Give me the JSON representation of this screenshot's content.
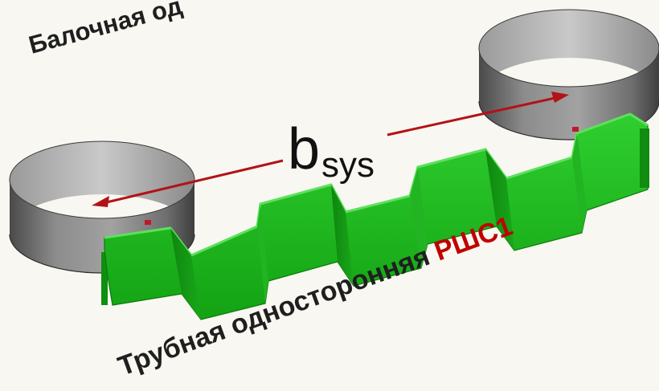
{
  "labels": {
    "top_text": "Балочная од",
    "bottom_prefix": "Трубная односторонняя ",
    "bottom_code": "РШС1",
    "dimension_main": "b",
    "dimension_sub": "sys"
  },
  "colors": {
    "background": "#f8f7f1",
    "sheet_pile": "#1aa51a",
    "pipe": "#8a8a8a",
    "arrow": "#b31217",
    "code_text": "#c00000"
  },
  "icons": [
    "left-pipe-icon",
    "right-pipe-icon",
    "sheet-pile-icon",
    "dimension-arrow-icon"
  ]
}
